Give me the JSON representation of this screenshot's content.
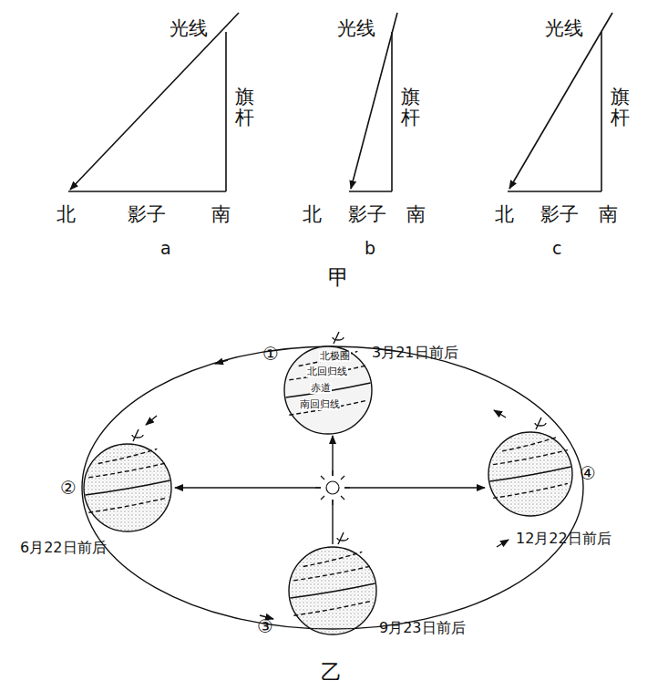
{
  "diagram": {
    "labels": [
      "光线",
      "旗杆",
      "北",
      "影子",
      "南",
      "a",
      "光线",
      "旗杆",
      "北",
      "影子",
      "南",
      "b",
      "光线",
      "旗杆",
      "北",
      "影子",
      "南",
      "c",
      "甲",
      "①",
      "北极圈",
      "北回归线",
      "赤道",
      "南回归线",
      "3月21日前后",
      "②",
      "6月22日前后",
      "③",
      "9月23日前后",
      "④",
      "12月22日前后",
      "乙"
    ]
  }
}
